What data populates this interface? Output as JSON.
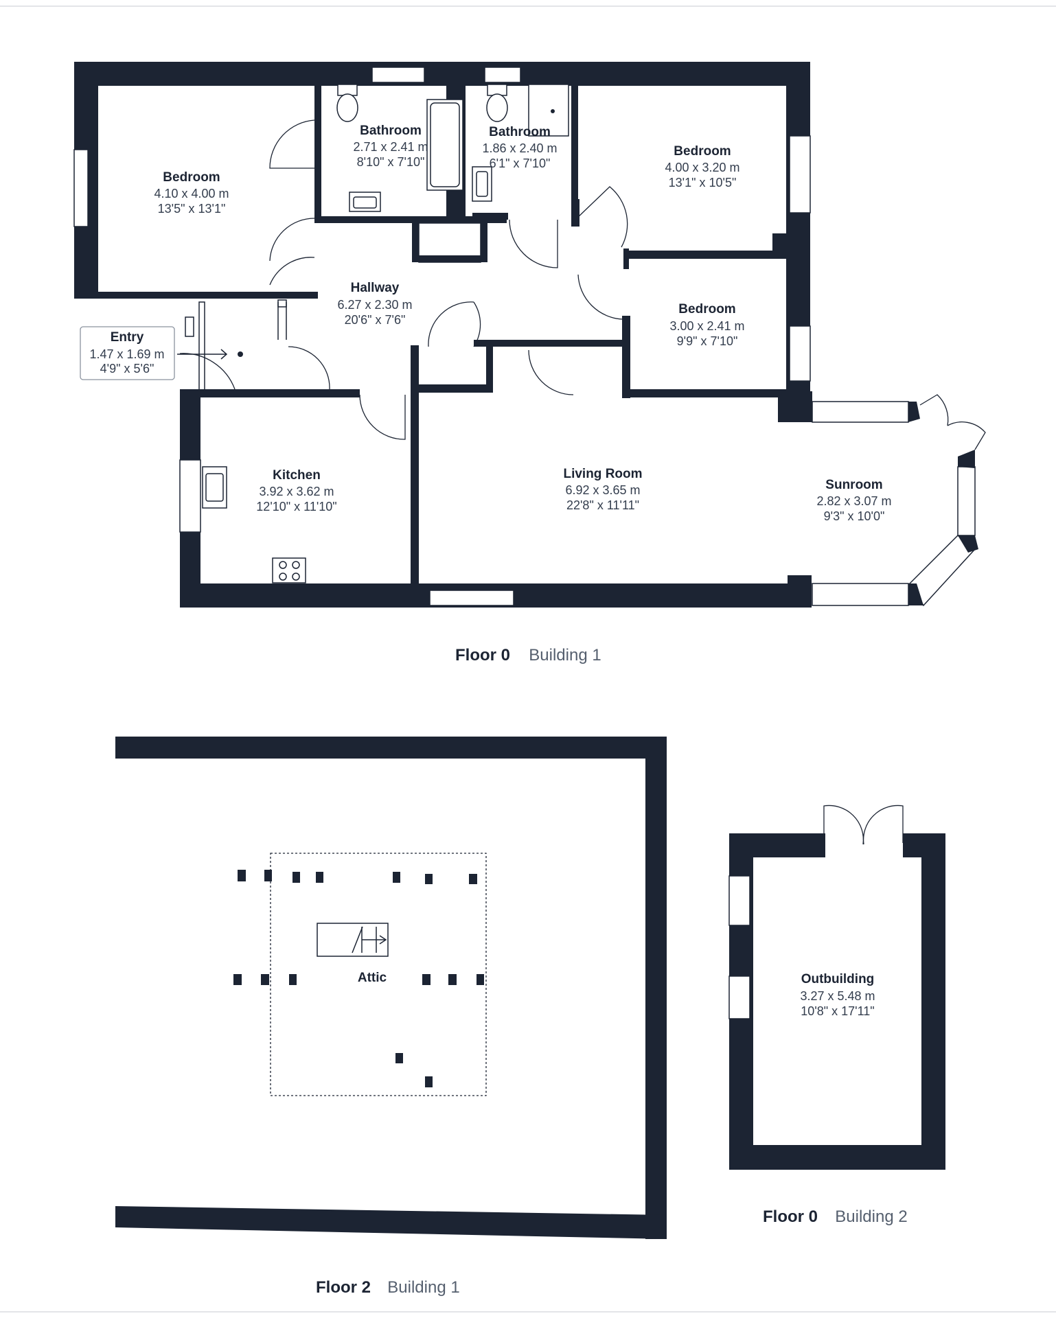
{
  "floor_plans": [
    {
      "floor": "Floor 0",
      "building": "Building 1",
      "rooms": [
        {
          "name": "Bedroom",
          "metric": "4.10 x 4.00 m",
          "imperial": "13'5\" x 13'1\""
        },
        {
          "name": "Bathroom",
          "metric": "2.71 x 2.41 m",
          "imperial": "8'10\" x 7'10\""
        },
        {
          "name": "Bathroom",
          "metric": "1.86 x 2.40 m",
          "imperial": "6'1\" x 7'10\""
        },
        {
          "name": "Bedroom",
          "metric": "4.00 x 3.20 m",
          "imperial": "13'1\" x 10'5\""
        },
        {
          "name": "Hallway",
          "metric": "6.27 x 2.30 m",
          "imperial": "20'6\" x 7'6\""
        },
        {
          "name": "Bedroom",
          "metric": "3.00 x 2.41 m",
          "imperial": "9'9\" x 7'10\""
        },
        {
          "name": "Entry",
          "metric": "1.47 x 1.69 m",
          "imperial": "4'9\" x 5'6\""
        },
        {
          "name": "Kitchen",
          "metric": "3.92 x 3.62 m",
          "imperial": "12'10\" x 11'10\""
        },
        {
          "name": "Living Room",
          "metric": "6.92 x 3.65 m",
          "imperial": "22'8\" x 11'11\""
        },
        {
          "name": "Sunroom",
          "metric": "2.82 x 3.07 m",
          "imperial": "9'3\" x 10'0\""
        }
      ]
    },
    {
      "floor": "Floor 2",
      "building": "Building 1",
      "rooms": [
        {
          "name": "Attic"
        }
      ]
    },
    {
      "floor": "Floor 0",
      "building": "Building 2",
      "rooms": [
        {
          "name": "Outbuilding",
          "metric": "3.27 x 5.48 m",
          "imperial": "10'8\" x 17'11\""
        }
      ]
    }
  ]
}
